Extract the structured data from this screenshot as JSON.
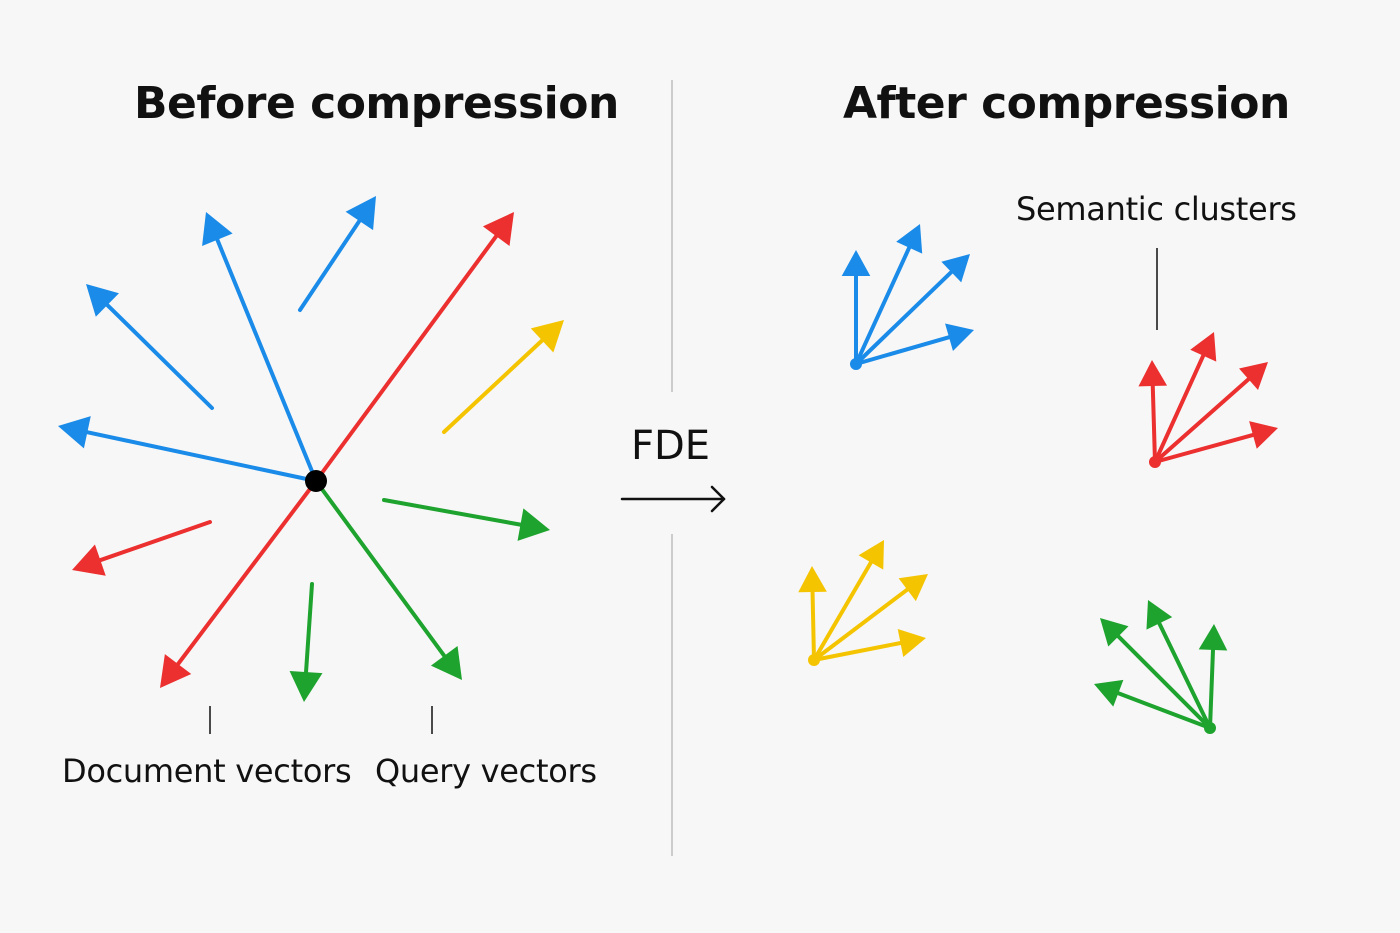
{
  "left_panel": {
    "title": "Before compression",
    "document_label": "Document vectors",
    "query_label": "Query vectors"
  },
  "right_panel": {
    "title": "After compression",
    "clusters_label": "Semantic clusters"
  },
  "transform": {
    "label": "FDE",
    "arrow_icon": "right-arrow-icon"
  },
  "colors": {
    "blue": "#1a8be8",
    "red": "#ec2f2f",
    "yellow": "#f5c400",
    "green": "#1ea32e",
    "ink": "#111111",
    "divider": "#bdbdbd"
  },
  "clusters": [
    {
      "name": "blue-cluster",
      "color": "blue",
      "vector_count": 4
    },
    {
      "name": "red-cluster",
      "color": "red",
      "vector_count": 4
    },
    {
      "name": "yellow-cluster",
      "color": "yellow",
      "vector_count": 4
    },
    {
      "name": "green-cluster",
      "color": "green",
      "vector_count": 4
    }
  ]
}
